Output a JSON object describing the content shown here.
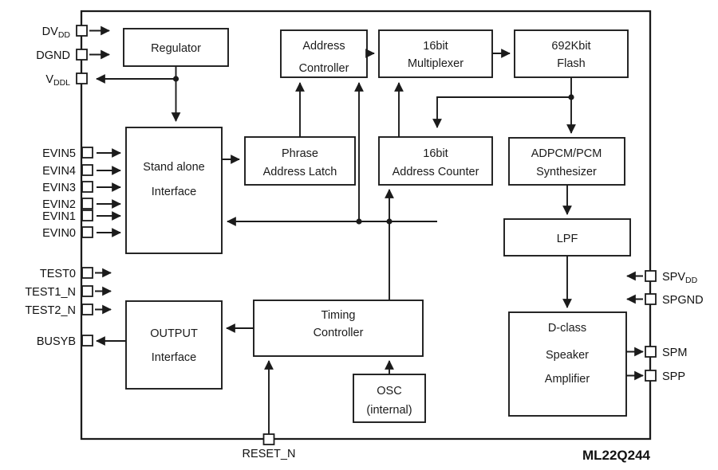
{
  "diagram": {
    "part_number": "ML22Q244",
    "colors": {
      "line": "#1b1b1b",
      "fill": "#ffffff",
      "text": "#111111"
    },
    "blocks": [
      {
        "id": "regulator",
        "label_lines": [
          "Regulator"
        ]
      },
      {
        "id": "standalone",
        "label_lines": [
          "Stand alone",
          "Interface"
        ]
      },
      {
        "id": "addrctrl",
        "label_lines": [
          "Address",
          "Controller"
        ]
      },
      {
        "id": "mux",
        "label_lines": [
          "16bit",
          "Multiplexer"
        ]
      },
      {
        "id": "flash",
        "label_lines": [
          "692Kbit",
          "Flash"
        ]
      },
      {
        "id": "phraselatch",
        "label_lines": [
          "Phrase",
          "Address Latch"
        ]
      },
      {
        "id": "addrcounter",
        "label_lines": [
          "16bit",
          "Address Counter"
        ]
      },
      {
        "id": "adpcm",
        "label_lines": [
          "ADPCM/PCM",
          "Synthesizer"
        ]
      },
      {
        "id": "lpf",
        "label_lines": [
          "LPF"
        ]
      },
      {
        "id": "dclass",
        "label_lines": [
          "D-class",
          "Speaker",
          "Amplifier"
        ]
      },
      {
        "id": "output",
        "label_lines": [
          "OUTPUT",
          "Interface"
        ]
      },
      {
        "id": "timing",
        "label_lines": [
          "Timing",
          "Controller"
        ]
      },
      {
        "id": "osc",
        "label_lines": [
          "OSC",
          "(internal)"
        ]
      }
    ],
    "pins_left": [
      {
        "id": "dvdd",
        "base": "DV",
        "sub": "DD",
        "direction": "in"
      },
      {
        "id": "dgnd",
        "base": "DGND",
        "sub": "",
        "direction": "in"
      },
      {
        "id": "vddl",
        "base": "V",
        "sub": "DDL",
        "direction": "out"
      },
      {
        "id": "evin5",
        "base": "EVIN5",
        "sub": "",
        "direction": "in"
      },
      {
        "id": "evin4",
        "base": "EVIN4",
        "sub": "",
        "direction": "in"
      },
      {
        "id": "evin3",
        "base": "EVIN3",
        "sub": "",
        "direction": "in"
      },
      {
        "id": "evin2",
        "base": "EVIN2",
        "sub": "",
        "direction": "in"
      },
      {
        "id": "evin1",
        "base": "EVIN1",
        "sub": "",
        "direction": "in"
      },
      {
        "id": "evin0",
        "base": "EVIN0",
        "sub": "",
        "direction": "in"
      },
      {
        "id": "test0",
        "base": "TEST0",
        "sub": "",
        "direction": "in"
      },
      {
        "id": "test1n",
        "base": "TEST1_N",
        "sub": "",
        "direction": "in"
      },
      {
        "id": "test2n",
        "base": "TEST2_N",
        "sub": "",
        "direction": "in"
      },
      {
        "id": "busyb",
        "base": "BUSYB",
        "sub": "",
        "direction": "out"
      }
    ],
    "pins_right": [
      {
        "id": "spvdd",
        "base": "SPV",
        "sub": "DD",
        "direction": "in"
      },
      {
        "id": "spgnd",
        "base": "SPGND",
        "sub": "",
        "direction": "in"
      },
      {
        "id": "spm",
        "base": "SPM",
        "sub": "",
        "direction": "out"
      },
      {
        "id": "spp",
        "base": "SPP",
        "sub": "",
        "direction": "out"
      }
    ],
    "pins_bottom": [
      {
        "id": "resetn",
        "base": "RESET_N",
        "sub": "",
        "direction": "in"
      }
    ]
  }
}
